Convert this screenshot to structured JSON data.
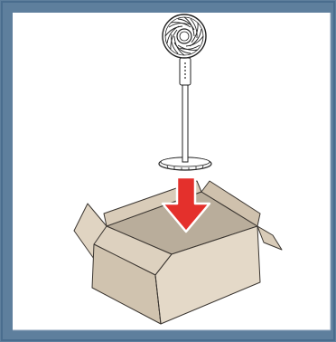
{
  "colors": {
    "frame_blue": "#5e7f9d",
    "frame_inner_blue": "#4f7294",
    "panel_white": "#ffffff",
    "box_face_light": "#e2d6c4",
    "box_face_mid": "#d4c7b3",
    "box_face_dark": "#a89a87",
    "box_inside": "#b9ad9b",
    "box_outline": "#3a3530",
    "arrow_red": "#e4302c",
    "arrow_outline": "#ffffff",
    "fan_line": "#222222",
    "fan_fill": "#f4f4f4"
  },
  "illustration": {
    "subject": "standing-fan",
    "container": "cardboard-box",
    "arrow_direction": "down"
  }
}
